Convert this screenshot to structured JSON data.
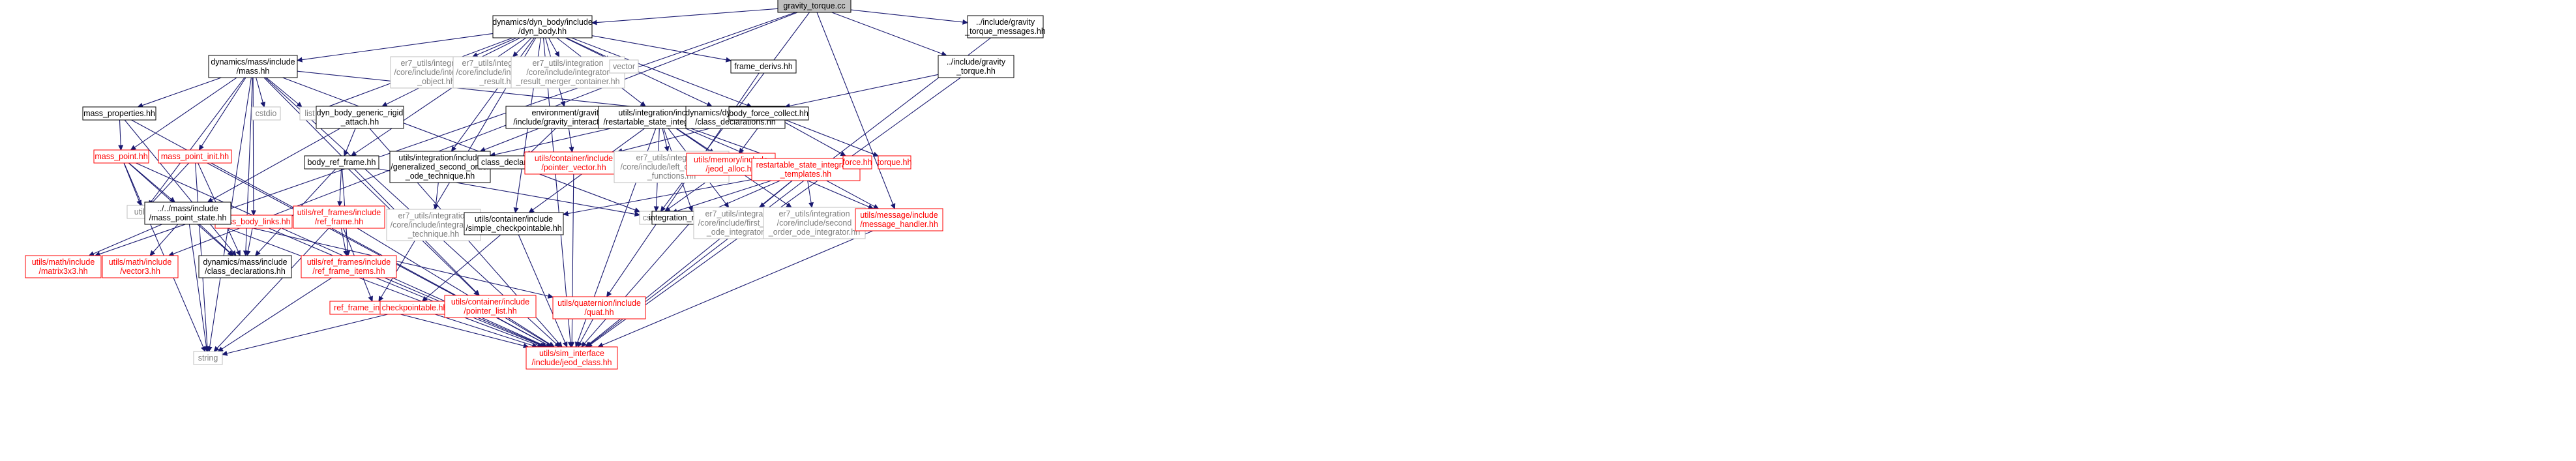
{
  "colors": {
    "edge": "#191970",
    "root_fill": "#bfbfbf",
    "node_border": "#000000",
    "node_fill": "#ffffff",
    "linked_text": "#000000",
    "missing_text": "#ff0000",
    "system_border": "#bfbfbf",
    "system_text": "#7f7f7f"
  },
  "nodes": [
    {
      "id": "gravity_torque_cc",
      "lines": [
        "gravity_torque.cc"
      ],
      "kind": "root",
      "interactable": false
    },
    {
      "id": "dyn_body",
      "lines": [
        "dynamics/dyn_body/include",
        "/dyn_body.hh"
      ],
      "kind": "linked",
      "interactable": true
    },
    {
      "id": "gravity_torque_messages",
      "lines": [
        "../include/gravity",
        "_torque_messages.hh"
      ],
      "kind": "linked",
      "interactable": true
    },
    {
      "id": "gravity_torque_hh",
      "lines": [
        "../include/gravity",
        "_torque.hh"
      ],
      "kind": "linked",
      "interactable": true
    },
    {
      "id": "mass",
      "lines": [
        "dynamics/mass/include",
        "/mass.hh"
      ],
      "kind": "linked",
      "interactable": true
    },
    {
      "id": "integrable_object",
      "lines": [
        "er7_utils/integration",
        "/core/include/integrable",
        "_object.hh"
      ],
      "kind": "system",
      "interactable": false
    },
    {
      "id": "integrator_result",
      "lines": [
        "er7_utils/integration",
        "/core/include/integrator",
        "_result.hh"
      ],
      "kind": "system",
      "interactable": false
    },
    {
      "id": "integrator_result_merger",
      "lines": [
        "er7_utils/integration",
        "/core/include/integrator",
        "_result_merger_container.hh"
      ],
      "kind": "system",
      "interactable": false
    },
    {
      "id": "vector",
      "lines": [
        "vector"
      ],
      "kind": "system",
      "interactable": false
    },
    {
      "id": "frame_derivs",
      "lines": [
        "frame_derivs.hh"
      ],
      "kind": "linked",
      "interactable": true
    },
    {
      "id": "mass_properties",
      "lines": [
        "mass_properties.hh"
      ],
      "kind": "linked",
      "interactable": true
    },
    {
      "id": "cstdio",
      "lines": [
        "cstdio"
      ],
      "kind": "system",
      "interactable": false
    },
    {
      "id": "list",
      "lines": [
        "list"
      ],
      "kind": "system",
      "interactable": false
    },
    {
      "id": "dyn_body_generic_rigid_attach",
      "lines": [
        "dyn_body_generic_rigid",
        "_attach.hh"
      ],
      "kind": "linked",
      "interactable": true
    },
    {
      "id": "gravity_interaction",
      "lines": [
        "environment/gravity",
        "/include/gravity_interaction.hh"
      ],
      "kind": "linked",
      "interactable": true
    },
    {
      "id": "restartable_state_integrator",
      "lines": [
        "utils/integration/include",
        "/restartable_state_integrator.hh"
      ],
      "kind": "linked",
      "interactable": true
    },
    {
      "id": "dyn_body_class_declarations",
      "lines": [
        "dynamics/dyn_body/include",
        "/class_declarations.hh"
      ],
      "kind": "linked",
      "interactable": true
    },
    {
      "id": "body_force_collect",
      "lines": [
        "body_force_collect.hh"
      ],
      "kind": "linked",
      "interactable": true
    },
    {
      "id": "mass_point",
      "lines": [
        "mass_point.hh"
      ],
      "kind": "missing",
      "interactable": true
    },
    {
      "id": "mass_point_init",
      "lines": [
        "mass_point_init.hh"
      ],
      "kind": "missing",
      "interactable": true
    },
    {
      "id": "mass_body_links",
      "lines": [
        "mass_body_links.hh"
      ],
      "kind": "missing",
      "interactable": true
    },
    {
      "id": "body_ref_frame",
      "lines": [
        "body_ref_frame.hh"
      ],
      "kind": "linked",
      "interactable": true
    },
    {
      "id": "generalized_second_order",
      "lines": [
        "utils/integration/include",
        "/generalized_second_order",
        "_ode_technique.hh"
      ],
      "kind": "linked",
      "interactable": true
    },
    {
      "id": "class_declarations",
      "lines": [
        "class_declarations.hh"
      ],
      "kind": "linked",
      "interactable": true
    },
    {
      "id": "pointer_vector",
      "lines": [
        "utils/container/include",
        "/pointer_vector.hh"
      ],
      "kind": "missing",
      "interactable": true
    },
    {
      "id": "left_quaternion",
      "lines": [
        "er7_utils/integration",
        "/core/include/left_quaternion",
        "_functions.hh"
      ],
      "kind": "system",
      "interactable": false
    },
    {
      "id": "jeod_alloc",
      "lines": [
        "utils/memory/include",
        "/jeod_alloc.hh"
      ],
      "kind": "missing",
      "interactable": true
    },
    {
      "id": "restartable_state_integrator_templates",
      "lines": [
        "restartable_state_integrator",
        "_templates.hh"
      ],
      "kind": "missing",
      "interactable": true
    },
    {
      "id": "force",
      "lines": [
        "force.hh"
      ],
      "kind": "missing",
      "interactable": true
    },
    {
      "id": "torque",
      "lines": [
        "torque.hh"
      ],
      "kind": "missing",
      "interactable": true
    },
    {
      "id": "utility",
      "lines": [
        "utility"
      ],
      "kind": "system",
      "interactable": false
    },
    {
      "id": "mass_point_state",
      "lines": [
        "../../mass/include",
        "/mass_point_state.hh"
      ],
      "kind": "linked",
      "interactable": true
    },
    {
      "id": "ref_frames_ref_frame",
      "lines": [
        "utils/ref_frames/include",
        "/ref_frame.hh"
      ],
      "kind": "missing",
      "interactable": true
    },
    {
      "id": "integration_technique",
      "lines": [
        "er7_utils/integration",
        "/core/include/integration",
        "_technique.hh"
      ],
      "kind": "system",
      "interactable": false
    },
    {
      "id": "simple_checkpointable",
      "lines": [
        "utils/container/include",
        "/simple_checkpointable.hh"
      ],
      "kind": "linked",
      "interactable": true
    },
    {
      "id": "cstddef",
      "lines": [
        "cstddef"
      ],
      "kind": "system",
      "interactable": false
    },
    {
      "id": "integration_messages",
      "lines": [
        "integration_messages.hh"
      ],
      "kind": "linked",
      "interactable": true
    },
    {
      "id": "first_order_ode_integrator",
      "lines": [
        "er7_utils/integration",
        "/core/include/first_order",
        "_ode_integrator.hh"
      ],
      "kind": "system",
      "interactable": false
    },
    {
      "id": "second_order_ode_integrator",
      "lines": [
        "er7_utils/integration",
        "/core/include/second",
        "_order_ode_integrator.hh"
      ],
      "kind": "system",
      "interactable": false
    },
    {
      "id": "message_handler",
      "lines": [
        "utils/message/include",
        "/message_handler.hh"
      ],
      "kind": "missing",
      "interactable": true
    },
    {
      "id": "matrix3x3",
      "lines": [
        "utils/math/include",
        "/matrix3x3.hh"
      ],
      "kind": "missing",
      "interactable": true
    },
    {
      "id": "vector3",
      "lines": [
        "utils/math/include",
        "/vector3.hh"
      ],
      "kind": "missing",
      "interactable": true
    },
    {
      "id": "mass_class_declarations",
      "lines": [
        "dynamics/mass/include",
        "/class_declarations.hh"
      ],
      "kind": "linked",
      "interactable": true
    },
    {
      "id": "ref_frame_items",
      "lines": [
        "utils/ref_frames/include",
        "/ref_frame_items.hh"
      ],
      "kind": "missing",
      "interactable": true
    },
    {
      "id": "ref_frame_interface",
      "lines": [
        "ref_frame_interface.hh"
      ],
      "kind": "missing",
      "interactable": true
    },
    {
      "id": "checkpointable",
      "lines": [
        "checkpointable.hh"
      ],
      "kind": "missing",
      "interactable": true
    },
    {
      "id": "pointer_list",
      "lines": [
        "utils/container/include",
        "/pointer_list.hh"
      ],
      "kind": "missing",
      "interactable": true
    },
    {
      "id": "quat",
      "lines": [
        "utils/quaternion/include",
        "/quat.hh"
      ],
      "kind": "missing",
      "interactable": true
    },
    {
      "id": "string",
      "lines": [
        "string"
      ],
      "kind": "system",
      "interactable": false
    },
    {
      "id": "jeod_class",
      "lines": [
        "utils/sim_interface",
        "/include/jeod_class.hh"
      ],
      "kind": "missing",
      "interactable": true
    }
  ],
  "edges": [
    [
      "gravity_torque_cc",
      "dyn_body"
    ],
    [
      "gravity_torque_cc",
      "gravity_torque_messages"
    ],
    [
      "gravity_torque_cc",
      "gravity_torque_hh"
    ],
    [
      "gravity_torque_cc",
      "matrix3x3"
    ],
    [
      "gravity_torque_cc",
      "vector3"
    ],
    [
      "gravity_torque_cc",
      "message_handler"
    ],
    [
      "gravity_torque_cc",
      "cstddef"
    ],
    [
      "dyn_body",
      "mass"
    ],
    [
      "dyn_body",
      "integrable_object"
    ],
    [
      "dyn_body",
      "integrator_result"
    ],
    [
      "dyn_body",
      "integrator_result_merger"
    ],
    [
      "dyn_body",
      "vector"
    ],
    [
      "dyn_body",
      "frame_derivs"
    ],
    [
      "dyn_body",
      "list"
    ],
    [
      "dyn_body",
      "dyn_body_generic_rigid_attach"
    ],
    [
      "dyn_body",
      "gravity_interaction"
    ],
    [
      "dyn_body",
      "restartable_state_integrator"
    ],
    [
      "dyn_body",
      "body_force_collect"
    ],
    [
      "dyn_body",
      "body_ref_frame"
    ],
    [
      "dyn_body",
      "generalized_second_order"
    ],
    [
      "dyn_body",
      "simple_checkpointable"
    ],
    [
      "dyn_body",
      "ref_frame_interface"
    ],
    [
      "dyn_body",
      "jeod_class"
    ],
    [
      "dyn_body",
      "dyn_body_class_declarations"
    ],
    [
      "gravity_torque_messages",
      "jeod_class"
    ],
    [
      "gravity_torque_hh",
      "dyn_body_class_declarations"
    ],
    [
      "gravity_torque_hh",
      "jeod_class"
    ],
    [
      "mass",
      "mass_properties"
    ],
    [
      "mass",
      "cstdio"
    ],
    [
      "mass",
      "list"
    ],
    [
      "mass",
      "mass_point"
    ],
    [
      "mass",
      "mass_point_init"
    ],
    [
      "mass",
      "mass_body_links"
    ],
    [
      "mass",
      "utility"
    ],
    [
      "mass",
      "mass_class_declarations"
    ],
    [
      "mass",
      "string"
    ],
    [
      "mass",
      "dyn_body_class_declarations"
    ],
    [
      "mass",
      "pointer_list"
    ],
    [
      "mass",
      "jeod_class"
    ],
    [
      "mass",
      "cstddef"
    ],
    [
      "frame_derivs",
      "quat"
    ],
    [
      "mass_properties",
      "mass_point"
    ],
    [
      "mass_properties",
      "mass_class_declarations"
    ],
    [
      "mass_properties",
      "jeod_class"
    ],
    [
      "mass_point",
      "mass_point_state"
    ],
    [
      "mass_point",
      "utility"
    ],
    [
      "mass_point",
      "string"
    ],
    [
      "mass_point",
      "mass_class_declarations"
    ],
    [
      "mass_point",
      "jeod_class"
    ],
    [
      "mass_point_init",
      "utility"
    ],
    [
      "mass_point_init",
      "mass_class_declarations"
    ],
    [
      "mass_point_init",
      "string"
    ],
    [
      "mass_point_init",
      "jeod_class"
    ],
    [
      "mass_body_links",
      "mass_class_declarations"
    ],
    [
      "mass_body_links",
      "jeod_class"
    ],
    [
      "mass_point_state",
      "matrix3x3"
    ],
    [
      "mass_point_state",
      "vector3"
    ],
    [
      "mass_point_state",
      "mass_class_declarations"
    ],
    [
      "mass_point_state",
      "quat"
    ],
    [
      "mass_point_state",
      "string"
    ],
    [
      "mass_point_state",
      "jeod_class"
    ],
    [
      "dyn_body_generic_rigid_attach",
      "body_ref_frame"
    ],
    [
      "dyn_body_generic_rigid_attach",
      "mass_point_state"
    ],
    [
      "dyn_body_generic_rigid_attach",
      "jeod_class"
    ],
    [
      "gravity_interaction",
      "class_declarations"
    ],
    [
      "gravity_interaction",
      "pointer_vector"
    ],
    [
      "gravity_interaction",
      "generalized_second_order"
    ],
    [
      "restartable_state_integrator",
      "generalized_second_order"
    ],
    [
      "restartable_state_integrator",
      "left_quaternion"
    ],
    [
      "restartable_state_integrator",
      "jeod_alloc"
    ],
    [
      "restartable_state_integrator",
      "restartable_state_integrator_templates"
    ],
    [
      "restartable_state_integrator",
      "simple_checkpointable"
    ],
    [
      "restartable_state_integrator",
      "cstddef"
    ],
    [
      "restartable_state_integrator",
      "integration_messages"
    ],
    [
      "restartable_state_integrator",
      "first_order_ode_integrator"
    ],
    [
      "restartable_state_integrator",
      "second_order_ode_integrator"
    ],
    [
      "restartable_state_integrator",
      "message_handler"
    ],
    [
      "restartable_state_integrator",
      "jeod_class"
    ],
    [
      "body_force_collect",
      "force"
    ],
    [
      "body_force_collect",
      "torque"
    ],
    [
      "body_force_collect",
      "pointer_vector"
    ],
    [
      "body_force_collect",
      "jeod_alloc"
    ],
    [
      "body_ref_frame",
      "ref_frames_ref_frame"
    ],
    [
      "body_ref_frame",
      "mass_class_declarations"
    ],
    [
      "body_ref_frame",
      "ref_frame_items"
    ],
    [
      "body_ref_frame",
      "pointer_list"
    ],
    [
      "body_ref_frame",
      "cstddef"
    ],
    [
      "generalized_second_order",
      "integration_technique"
    ],
    [
      "pointer_vector",
      "jeod_class"
    ],
    [
      "jeod_alloc",
      "cstddef"
    ],
    [
      "restartable_state_integrator_templates",
      "simple_checkpointable"
    ],
    [
      "restartable_state_integrator_templates",
      "cstddef"
    ],
    [
      "restartable_state_integrator_templates",
      "integration_messages"
    ],
    [
      "restartable_state_integrator_templates",
      "first_order_ode_integrator"
    ],
    [
      "restartable_state_integrator_templates",
      "second_order_ode_integrator"
    ],
    [
      "restartable_state_integrator_templates",
      "message_handler"
    ],
    [
      "restartable_state_integrator_templates",
      "jeod_class"
    ],
    [
      "ref_frames_ref_frame",
      "ref_frame_items"
    ],
    [
      "ref_frames_ref_frame",
      "ref_frame_interface"
    ],
    [
      "ref_frames_ref_frame",
      "string"
    ],
    [
      "ref_frames_ref_frame",
      "jeod_class"
    ],
    [
      "simple_checkpointable",
      "checkpointable"
    ],
    [
      "simple_checkpointable",
      "jeod_class"
    ],
    [
      "integration_messages",
      "jeod_class"
    ],
    [
      "message_handler",
      "jeod_class"
    ],
    [
      "ref_frame_items",
      "string"
    ],
    [
      "ref_frame_items",
      "jeod_class"
    ],
    [
      "ref_frame_interface",
      "jeod_class"
    ],
    [
      "checkpointable",
      "string"
    ],
    [
      "checkpointable",
      "jeod_class"
    ],
    [
      "pointer_list",
      "jeod_class"
    ],
    [
      "quat",
      "jeod_class"
    ]
  ]
}
